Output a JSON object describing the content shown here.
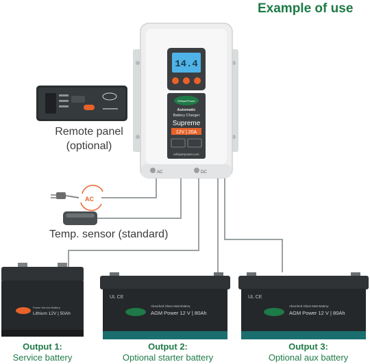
{
  "title": "Example of use",
  "charger": {
    "display": "14.4",
    "brand": "WhisperPower",
    "line1": "Automatic",
    "line2": "Battery Charger",
    "model": "Supreme",
    "rating": "12V | 20A",
    "website": "whisperpower.com",
    "port_ac": "AC",
    "port_dc": "DC"
  },
  "remote": {
    "label_line1": "Remote panel",
    "label_line2": "(optional)"
  },
  "ac_badge": "AC",
  "sensor_label": "Temp. sensor (standard)",
  "batteries": [
    {
      "header": "Power Service Battery",
      "name": "Lithium 12V | 50Ah"
    },
    {
      "header": "Absorbed Glass Matt Battery",
      "name": "AGM Power 12 V | 80Ah"
    },
    {
      "header": "Absorbed Glass Matt Battery",
      "name": "AGM Power 12 V | 80Ah"
    }
  ],
  "outputs": [
    {
      "title": "Output 1:",
      "subtitle": "Service battery"
    },
    {
      "title": "Output 2:",
      "subtitle": "Optional starter battery"
    },
    {
      "title": "Output 3:",
      "subtitle": "Optional aux battery"
    }
  ],
  "colors": {
    "accent_green": "#1e7a46",
    "charger_orange": "#e8622a",
    "display_blue": "#4fb3e8",
    "battery_dark": "#2f3335",
    "battery_teal": "#1a6e6e"
  }
}
